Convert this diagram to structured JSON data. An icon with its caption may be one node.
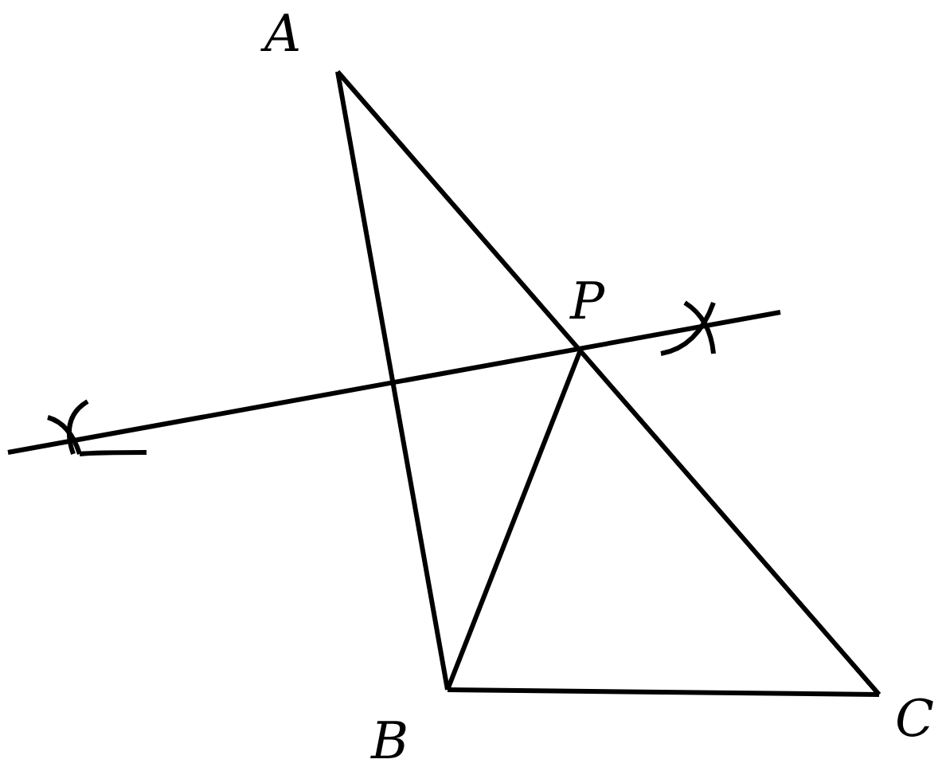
{
  "diagram": {
    "labels": [
      "A",
      "P",
      "B",
      "C"
    ]
  }
}
